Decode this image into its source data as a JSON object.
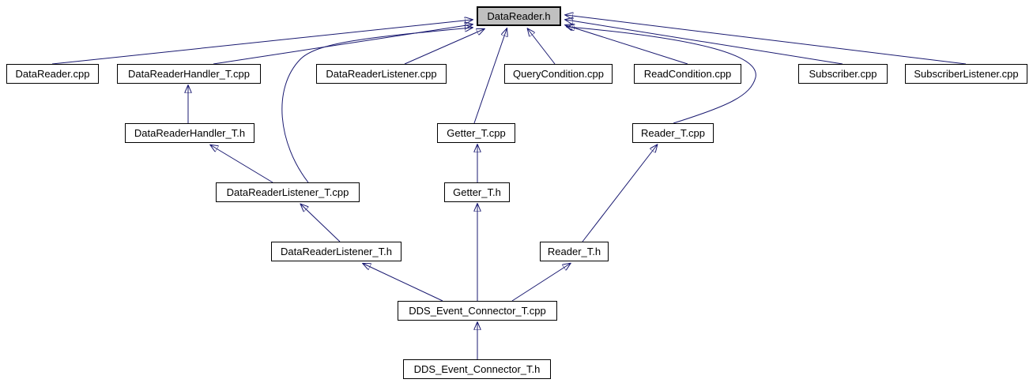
{
  "diagram": {
    "type": "include-dependency-graph",
    "colors": {
      "edge": "#191970",
      "node_border": "#000000",
      "node_fill": "#ffffff",
      "root_fill": "#c0c0c0",
      "text": "#000000"
    },
    "nodes": {
      "datareader_h": {
        "label": "DataReader.h"
      },
      "datareader_cpp": {
        "label": "DataReader.cpp"
      },
      "datareaderhandler_t_cpp": {
        "label": "DataReaderHandler_T.cpp"
      },
      "datareaderlistener_cpp": {
        "label": "DataReaderListener.cpp"
      },
      "querycondition_cpp": {
        "label": "QueryCondition.cpp"
      },
      "readcondition_cpp": {
        "label": "ReadCondition.cpp"
      },
      "subscriber_cpp": {
        "label": "Subscriber.cpp"
      },
      "subscriberlistener_cpp": {
        "label": "SubscriberListener.cpp"
      },
      "datareaderhandler_t_h": {
        "label": "DataReaderHandler_T.h"
      },
      "getter_t_cpp": {
        "label": "Getter_T.cpp"
      },
      "reader_t_cpp": {
        "label": "Reader_T.cpp"
      },
      "datareaderlistener_t_cpp": {
        "label": "DataReaderListener_T.cpp"
      },
      "getter_t_h": {
        "label": "Getter_T.h"
      },
      "datareaderlistener_t_h": {
        "label": "DataReaderListener_T.h"
      },
      "reader_t_h": {
        "label": "Reader_T.h"
      },
      "dds_event_connector_t_cpp": {
        "label": "DDS_Event_Connector_T.cpp"
      },
      "dds_event_connector_t_h": {
        "label": "DDS_Event_Connector_T.h"
      }
    },
    "edges": [
      {
        "from": "DataReader.cpp",
        "to": "DataReader.h"
      },
      {
        "from": "DataReaderHandler_T.cpp",
        "to": "DataReader.h"
      },
      {
        "from": "DataReaderListener.cpp",
        "to": "DataReader.h"
      },
      {
        "from": "QueryCondition.cpp",
        "to": "DataReader.h"
      },
      {
        "from": "ReadCondition.cpp",
        "to": "DataReader.h"
      },
      {
        "from": "Subscriber.cpp",
        "to": "DataReader.h"
      },
      {
        "from": "SubscriberListener.cpp",
        "to": "DataReader.h"
      },
      {
        "from": "Getter_T.cpp",
        "to": "DataReader.h"
      },
      {
        "from": "Reader_T.cpp",
        "to": "DataReader.h"
      },
      {
        "from": "DataReaderListener_T.cpp",
        "to": "DataReader.h"
      },
      {
        "from": "DataReaderHandler_T.h",
        "to": "DataReaderHandler_T.cpp"
      },
      {
        "from": "DataReaderListener_T.cpp",
        "to": "DataReaderHandler_T.h"
      },
      {
        "from": "DataReaderListener_T.h",
        "to": "DataReaderListener_T.cpp"
      },
      {
        "from": "Getter_T.h",
        "to": "Getter_T.cpp"
      },
      {
        "from": "Reader_T.h",
        "to": "Reader_T.cpp"
      },
      {
        "from": "DDS_Event_Connector_T.cpp",
        "to": "DataReaderListener_T.h"
      },
      {
        "from": "DDS_Event_Connector_T.cpp",
        "to": "Getter_T.h"
      },
      {
        "from": "DDS_Event_Connector_T.cpp",
        "to": "Reader_T.h"
      },
      {
        "from": "DDS_Event_Connector_T.h",
        "to": "DDS_Event_Connector_T.cpp"
      }
    ]
  }
}
